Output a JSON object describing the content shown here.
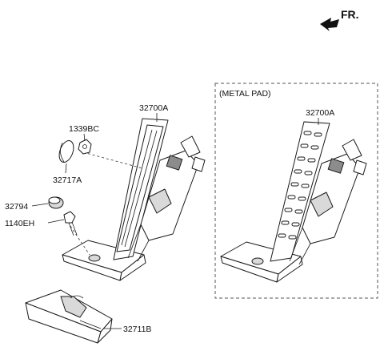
{
  "orientation": {
    "label": "FR.",
    "icon": "forward-arrow-icon"
  },
  "variant_box": {
    "title": "(METAL PAD)"
  },
  "parts": {
    "pedal_main": "32700A",
    "pedal_metal": "32700A",
    "nut": "1339BC",
    "cap": "32717A",
    "stopper": "32794",
    "bolt": "1140EH",
    "bracket": "32711B"
  }
}
